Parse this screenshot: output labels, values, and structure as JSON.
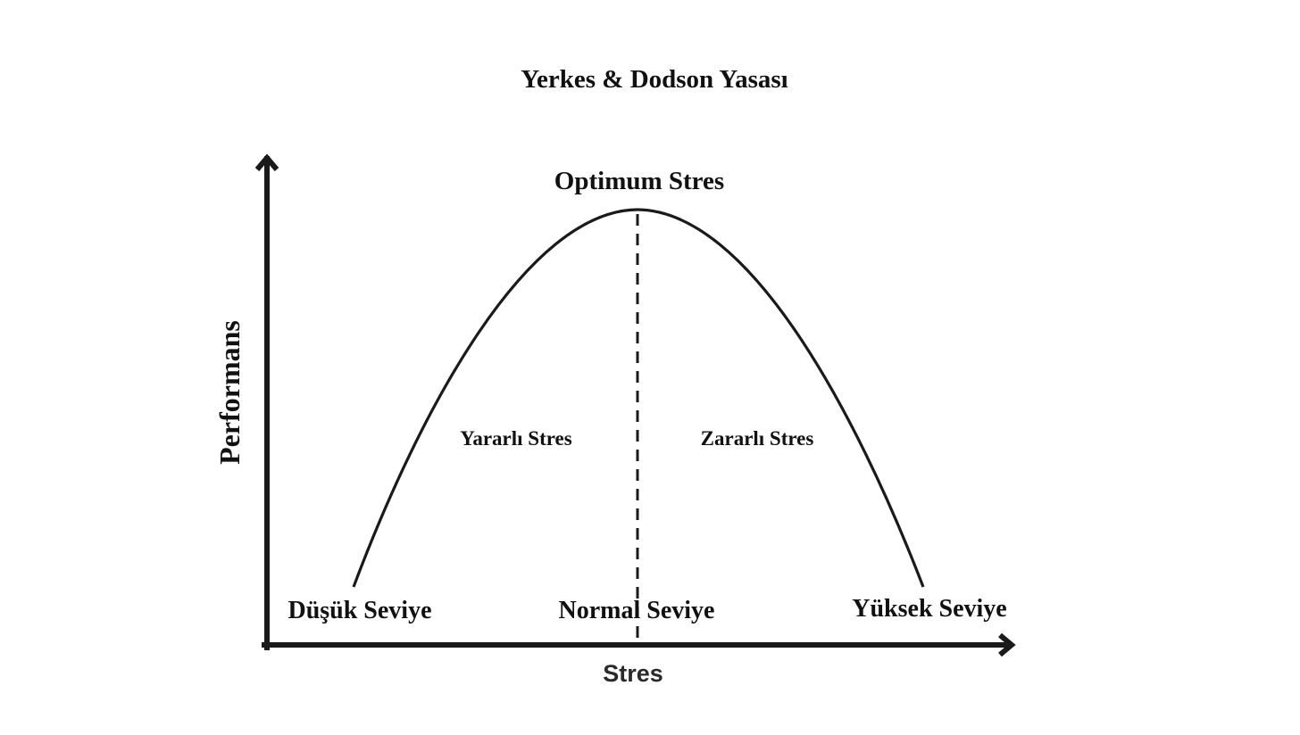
{
  "diagram": {
    "title": "Yerkes & Dodson Yasası",
    "y_axis_label": "Performans",
    "x_axis_label": "Stres",
    "peak_label": "Optimum Stres",
    "left_region_label": "Yararlı Stres",
    "right_region_label": "Zararlı Stres",
    "level_labels": {
      "low": "Düşük Seviye",
      "normal": "Normal Seviye",
      "high": "Yüksek Seviye"
    },
    "colors": {
      "line": "#1a1a1a",
      "background": "#ffffff"
    }
  }
}
